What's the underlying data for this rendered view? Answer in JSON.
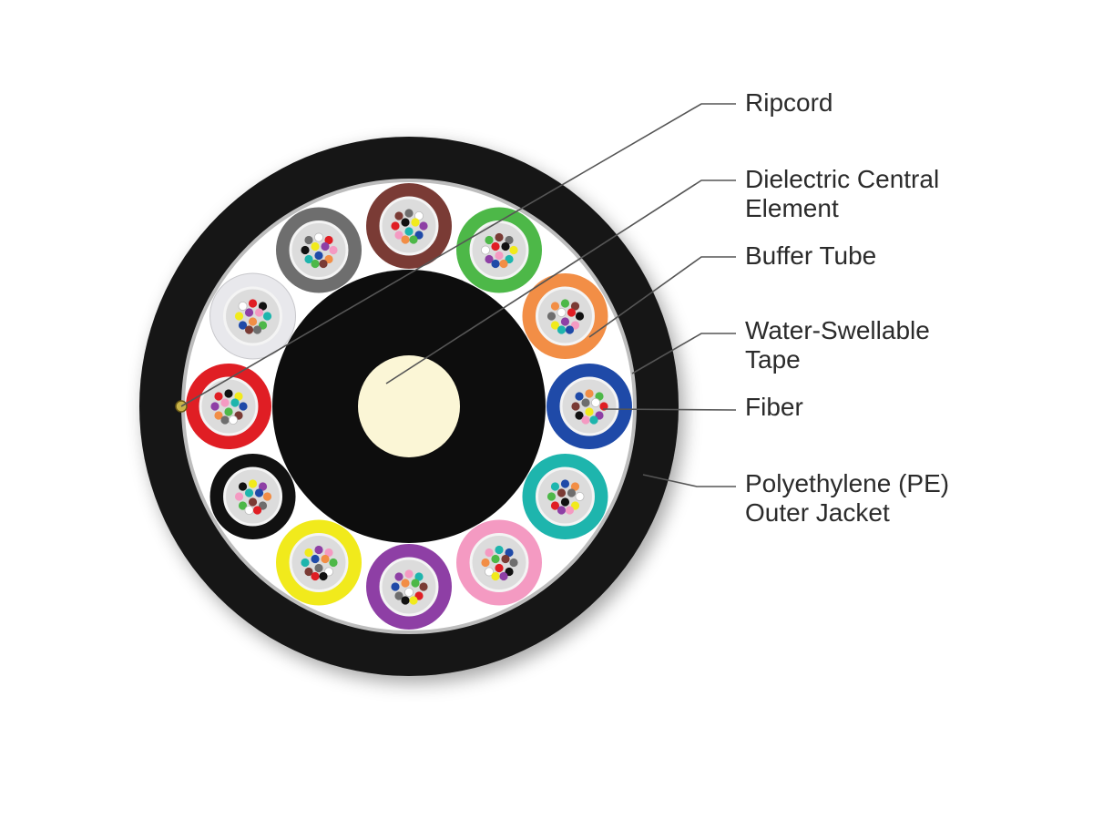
{
  "labels": {
    "ripcord": "Ripcord",
    "central_element": [
      "Dielectric Central",
      "Element"
    ],
    "buffer_tube": "Buffer Tube",
    "tape": [
      "Water-Swellable",
      "Tape"
    ],
    "fiber": "Fiber",
    "jacket": [
      "Polyethylene (PE)",
      "Outer Jacket"
    ]
  },
  "colors": {
    "outer_jacket": "#141414",
    "tape_fill": "#ffffff",
    "tape_border": "#bdbdbd",
    "central_member": "#0d0d0d",
    "core_fill": "#fbf6d6",
    "leader_line": "#555555",
    "text": "#2b2b2b"
  },
  "buffer_tubes": [
    {
      "color": "#1f4aa8"
    },
    {
      "color": "#f28e46"
    },
    {
      "color": "#4db848"
    },
    {
      "color": "#7a3b35"
    },
    {
      "color": "#6e6e6e"
    },
    {
      "color": "#e8e8ec"
    },
    {
      "color": "#e01e24"
    },
    {
      "color": "#111111"
    },
    {
      "color": "#f1ea1c"
    },
    {
      "color": "#8e3fa5"
    },
    {
      "color": "#f49ac2"
    },
    {
      "color": "#1eb5ad"
    }
  ],
  "fiber_colors": [
    "#1f4aa8",
    "#f28e46",
    "#4db848",
    "#7a3b35",
    "#6e6e6e",
    "#ffffff",
    "#e01e24",
    "#111111",
    "#f1ea1c",
    "#8e3fa5",
    "#f49ac2",
    "#1eb5ad"
  ]
}
